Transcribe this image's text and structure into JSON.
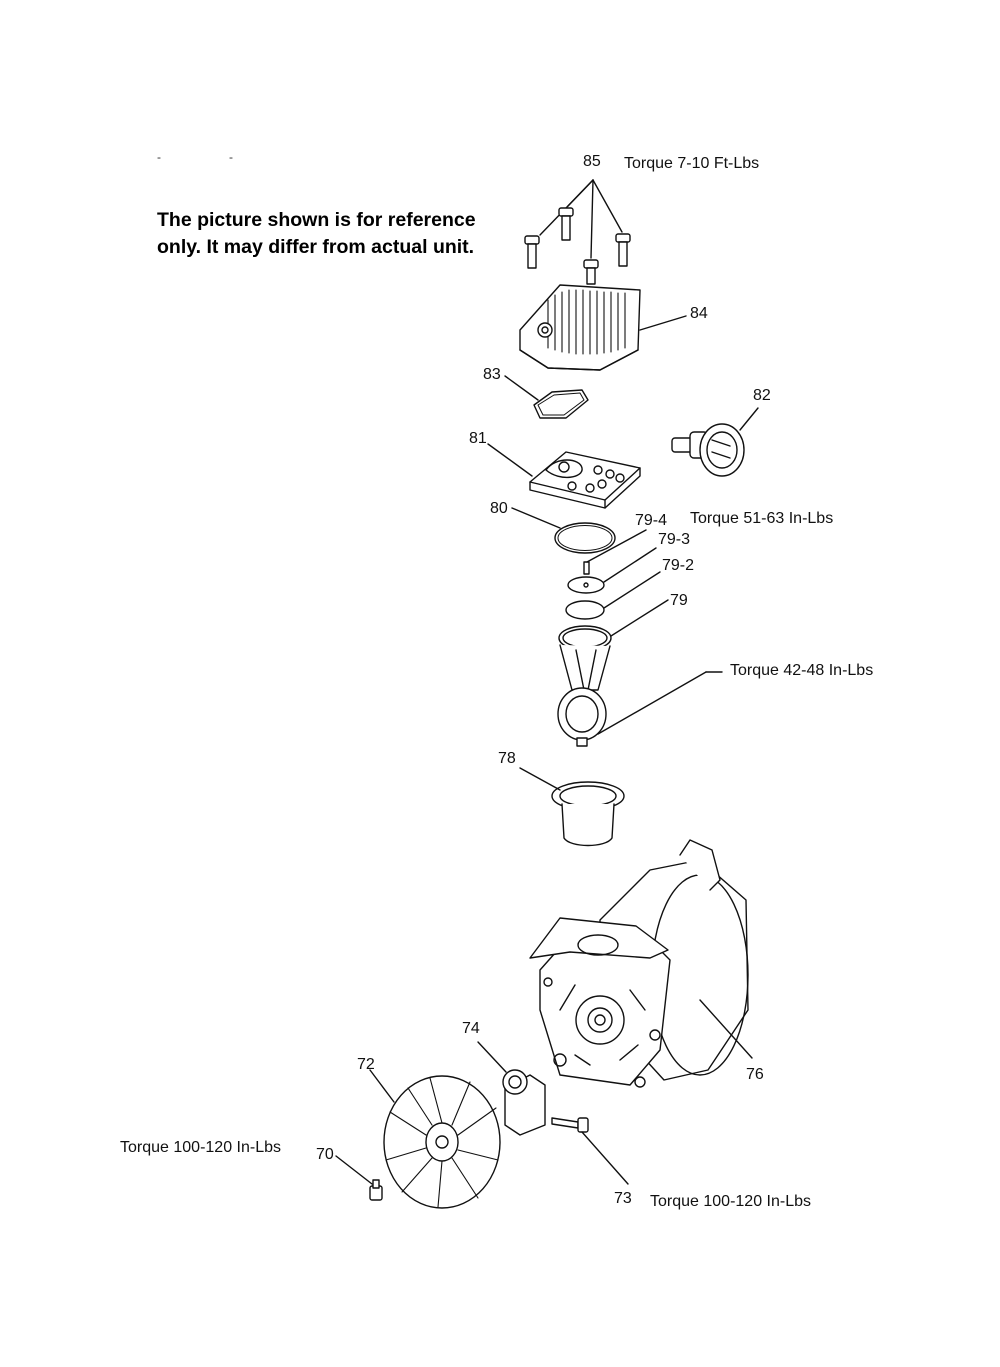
{
  "note": {
    "line1": "The picture shown is for reference",
    "line2": "only. It may differ from actual unit."
  },
  "marks": {
    "dash": "-"
  },
  "parts": {
    "p85": "85",
    "p84": "84",
    "p83": "83",
    "p82": "82",
    "p81": "81",
    "p80": "80",
    "p79_4": "79-4",
    "p79_3": "79-3",
    "p79_2": "79-2",
    "p79": "79",
    "p78": "78",
    "p76": "76",
    "p74": "74",
    "p72": "72",
    "p70": "70",
    "p73": "73"
  },
  "torque": {
    "t85": "Torque 7-10 Ft-Lbs",
    "t79_4": "Torque 51-63 In-Lbs",
    "t_rod": "Torque 42-48 In-Lbs",
    "t70": "Torque 100-120 In-Lbs",
    "t73": "Torque 100-120 In-Lbs"
  }
}
